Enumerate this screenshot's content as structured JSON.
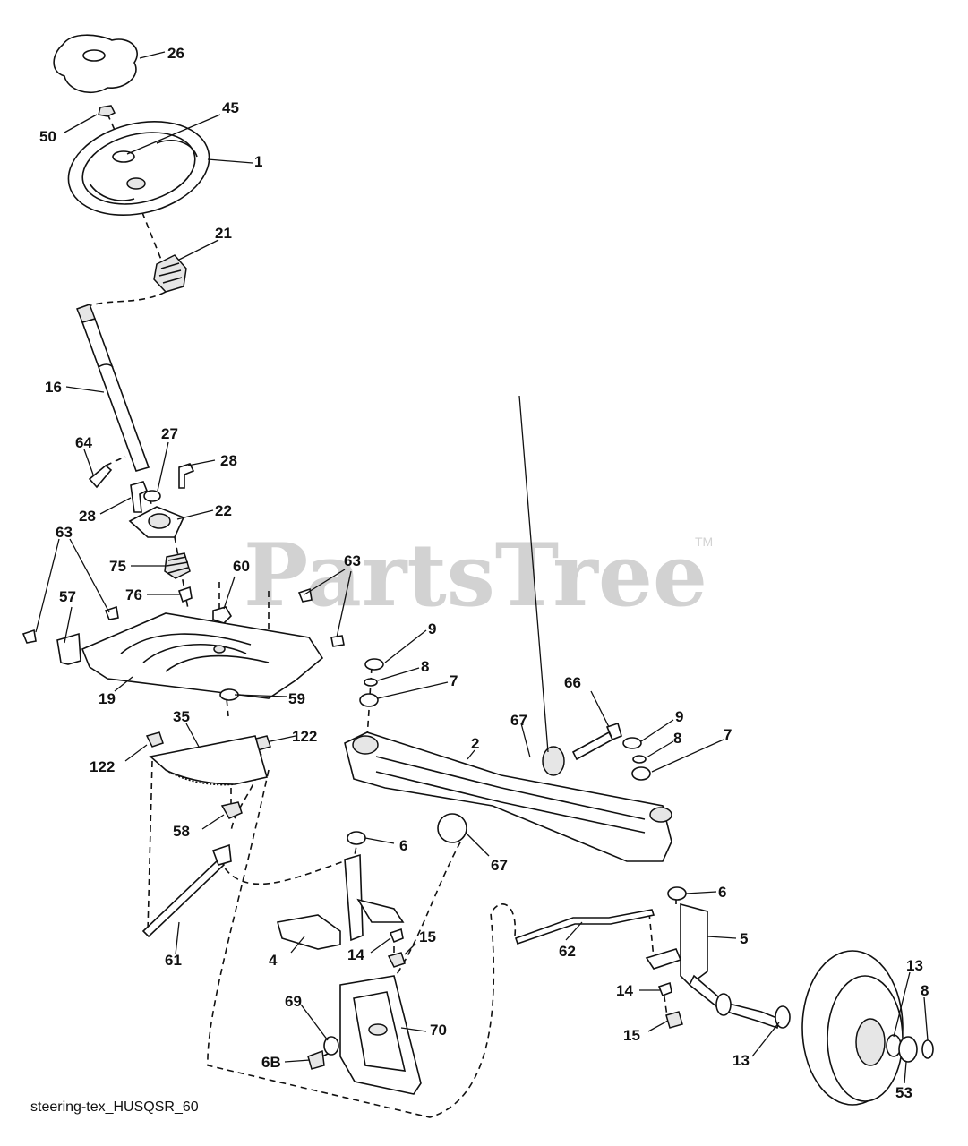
{
  "watermark": {
    "text": "PartsTree",
    "trademark": "TM"
  },
  "caption": "steering-tex_HUSQSR_60",
  "callouts": {
    "c26": "26",
    "c45": "45",
    "c50": "50",
    "c1": "1",
    "c21": "21",
    "c16": "16",
    "c64": "64",
    "c27": "27",
    "c28a": "28",
    "c28b": "28",
    "c22": "22",
    "c63a": "63",
    "c63b": "63",
    "c75": "75",
    "c60": "60",
    "c76": "76",
    "c57": "57",
    "c19": "19",
    "c59": "59",
    "c35": "35",
    "c122a": "122",
    "c122b": "122",
    "c58": "58",
    "c61": "61",
    "c9a": "9",
    "c8a": "8",
    "c7a": "7",
    "c66": "66",
    "c67a": "67",
    "c2": "2",
    "c9b": "9",
    "c8b": "8",
    "c7b": "7",
    "c67b": "67",
    "c6a": "6",
    "c6b": "6",
    "c4": "4",
    "c14a": "14",
    "c15a": "15",
    "c62": "62",
    "c5": "5",
    "c69": "69",
    "c68": "6B",
    "c70": "70",
    "c14b": "14",
    "c15b": "15",
    "c13a": "13",
    "c13b": "13",
    "c8c": "8",
    "c53": "53"
  }
}
